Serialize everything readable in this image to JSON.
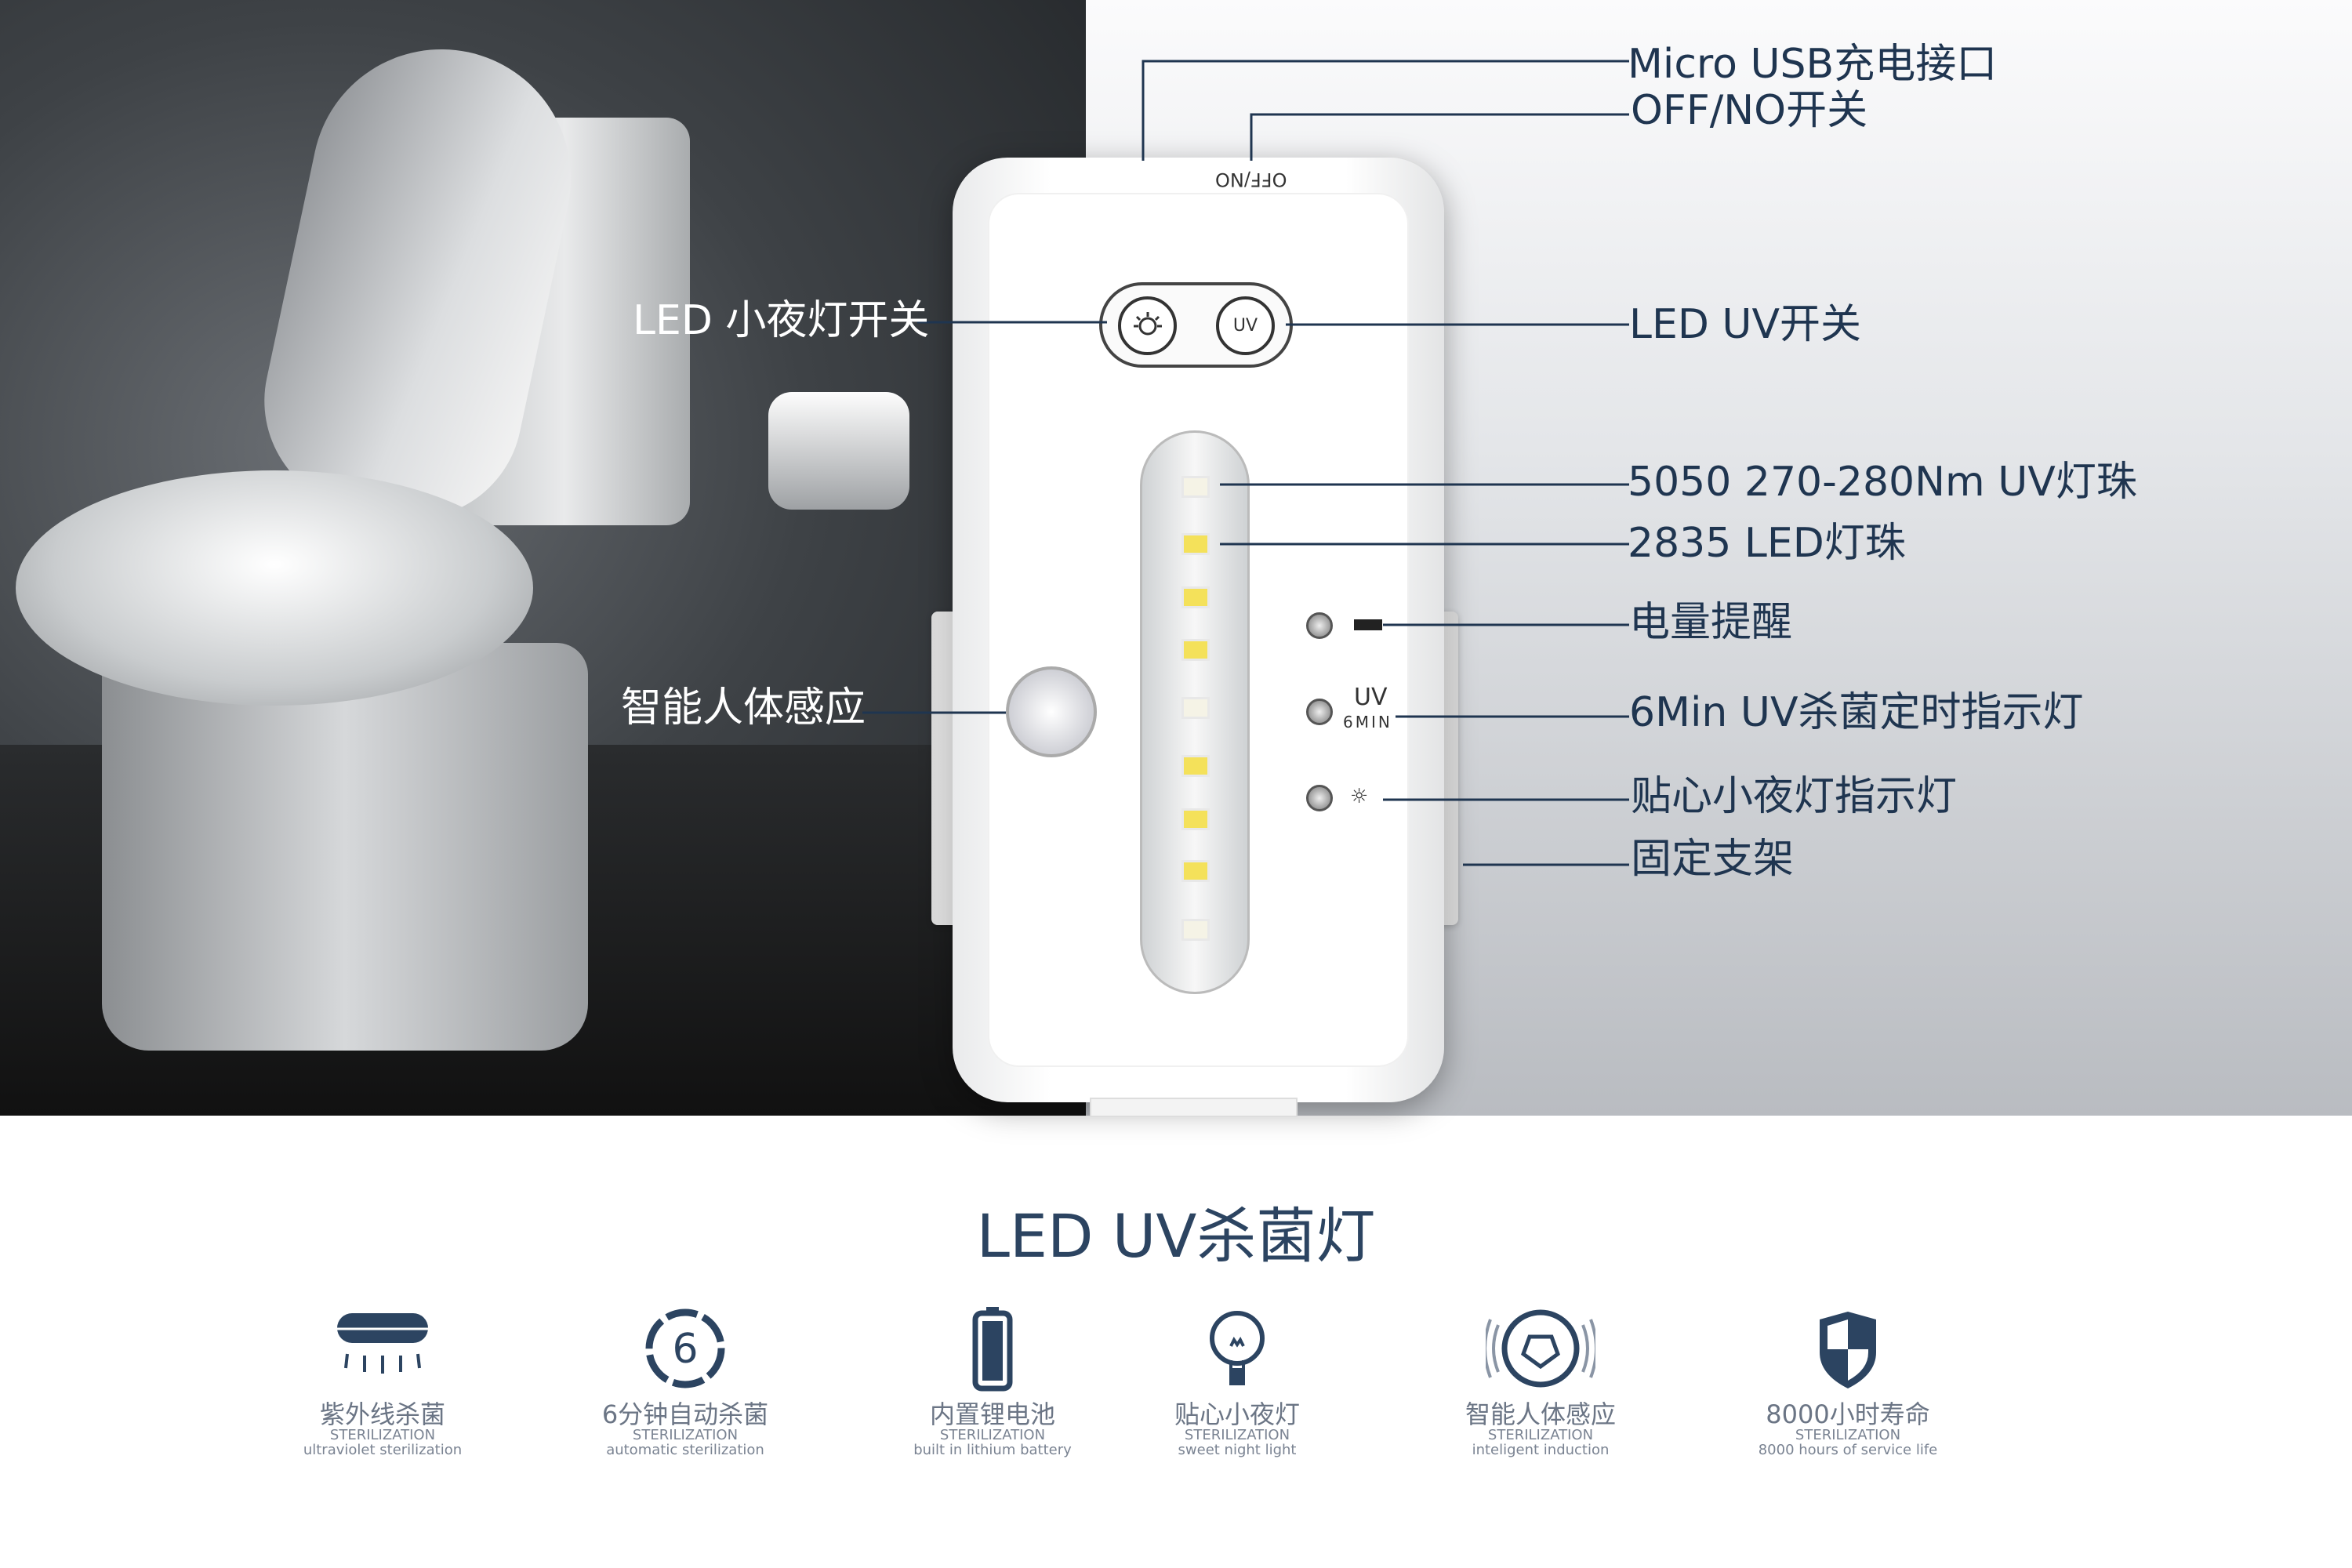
{
  "colors": {
    "accent": "#2c4461",
    "label": "#1f3550"
  },
  "device": {
    "switch_print": "OFF/NO",
    "uv_button": "UV",
    "uv_indicator": "UV",
    "uv_indicator_sub": "6MIN"
  },
  "callouts": {
    "micro_usb": "Micro USB充电接口",
    "power_switch": "OFF/NO开关",
    "uv_switch": "LED UV开关",
    "uv_beads": "5050 270-280Nm UV灯珠",
    "led_beads": "2835 LED灯珠",
    "battery_reminder": "电量提醒",
    "uv_timer_indicator": "6Min UV杀菌定时指示灯",
    "night_light_indicator": "贴心小夜灯指示灯",
    "bracket": "固定支架",
    "night_light_switch": "LED 小夜灯开关",
    "motion_sensor": "智能人体感应"
  },
  "title": "LED UV杀菌灯",
  "features": [
    {
      "icon": "uv-lamp-icon",
      "cn": "紫外线杀菌",
      "en1": "STERILIZATION",
      "en2": "ultraviolet sterilization"
    },
    {
      "icon": "timer-6-icon",
      "icon_text": "6",
      "cn": "6分钟自动杀菌",
      "en1": "STERILIZATION",
      "en2": "automatic sterilization"
    },
    {
      "icon": "battery-icon",
      "cn": "内置锂电池",
      "en1": "STERILIZATION",
      "en2": "built in lithium battery"
    },
    {
      "icon": "light-bulb-icon",
      "cn": "贴心小夜灯",
      "en1": "STERILIZATION",
      "en2": "sweet night light"
    },
    {
      "icon": "motion-sensor-icon",
      "cn": "智能人体感应",
      "en1": "STERILIZATION",
      "en2": "inteligent induction"
    },
    {
      "icon": "shield-icon",
      "cn": "8000小时寿命",
      "en1": "STERILIZATION",
      "en2": "8000 hours of service life"
    }
  ]
}
